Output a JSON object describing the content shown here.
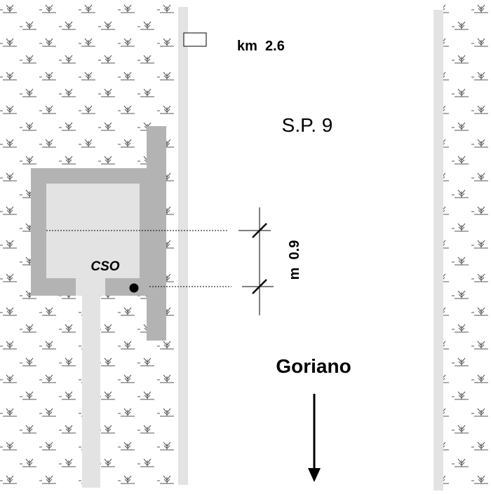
{
  "labels": {
    "km_marker": "km  2.6",
    "road_name": "S.P. 9",
    "structure_label": "CSO",
    "dimension_label": "m  0.9",
    "direction_label": "Goriano"
  },
  "colors": {
    "background": "#ffffff",
    "road_edge": "#e3e3e3",
    "structure_wall": "#b3b3b3",
    "structure_inner": "#e3e3e3",
    "pipe": "#e3e3e3",
    "ink": "#000000",
    "vegetation": "#444444"
  },
  "icons": {
    "vegetation": "grass-symbol-icon",
    "direction": "arrow-down-icon",
    "reference_point": "dot-icon"
  }
}
